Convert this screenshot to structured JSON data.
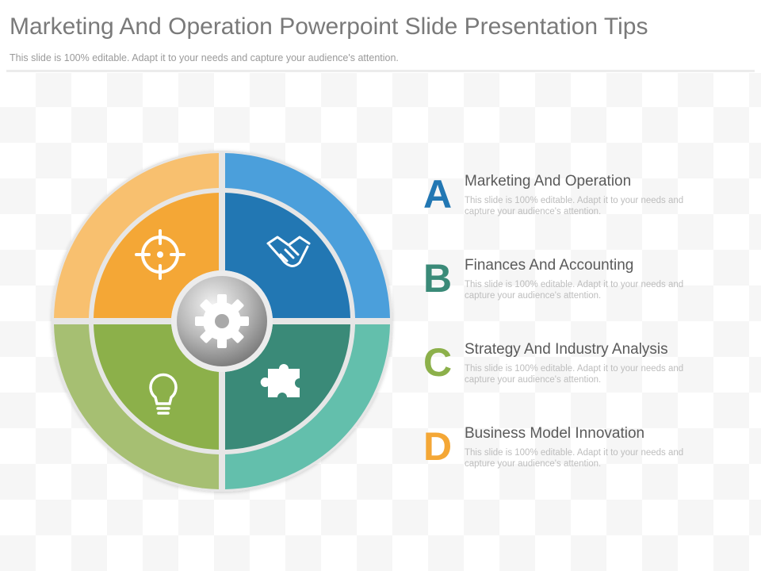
{
  "header": {
    "title": "Marketing And Operation Powerpoint Slide Presentation Tips",
    "subtitle": "This slide is 100% editable. Adapt it to your needs and capture your audience's attention."
  },
  "colors": {
    "orange": "#f4a736",
    "orange_light": "#f8c06f",
    "blue": "#2277b3",
    "blue_light": "#4b9fdb",
    "green": "#8cb04a",
    "green_light": "#a6bf72",
    "teal": "#3a8a78",
    "teal_light": "#63bfac",
    "hub": "#b5b5b5"
  },
  "wheel": {
    "quadrant_icons": [
      "target-icon",
      "handshake-icon",
      "lightbulb-icon",
      "puzzle-icon"
    ],
    "center_icon": "gear-icon"
  },
  "items": [
    {
      "letter": "A",
      "heading": "Marketing And Operation",
      "description": "This slide is 100% editable. Adapt it to your needs and capture your audience's attention.",
      "color": "#2277b3"
    },
    {
      "letter": "B",
      "heading": "Finances And Accounting",
      "description": "This slide is 100% editable. Adapt it to your needs and capture your audience's attention.",
      "color": "#3a8a78"
    },
    {
      "letter": "C",
      "heading": "Strategy And Industry Analysis",
      "description": "This slide is 100% editable. Adapt it to your needs and capture your audience's attention.",
      "color": "#8cb04a"
    },
    {
      "letter": "D",
      "heading": "Business Model Innovation",
      "description": "This slide is 100% editable. Adapt it to your needs and capture your audience's attention.",
      "color": "#f4a736"
    }
  ]
}
